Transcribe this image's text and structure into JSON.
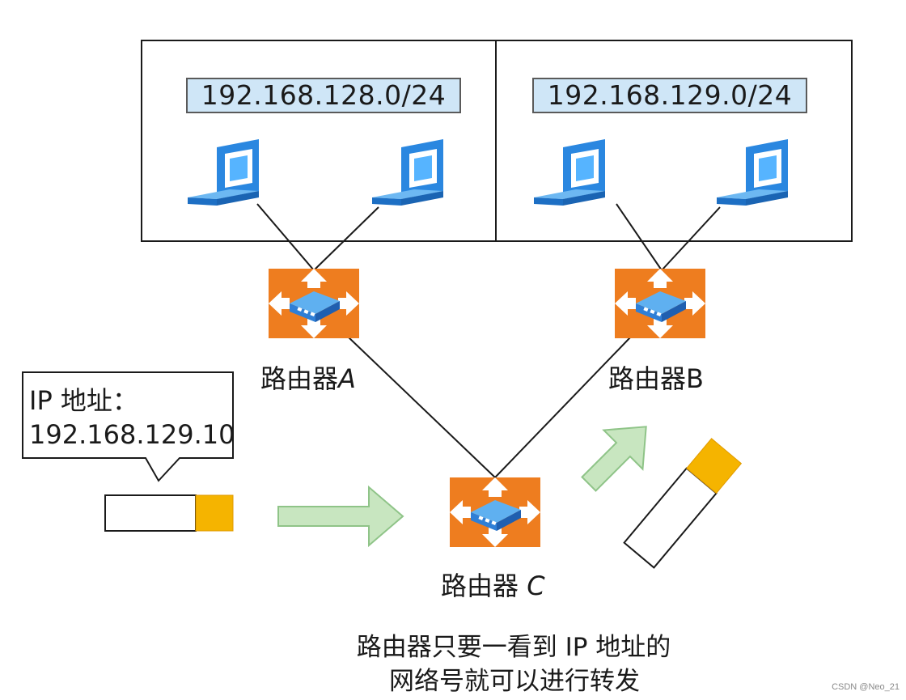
{
  "subnets": [
    {
      "label": "192.168.128.0/24"
    },
    {
      "label": "192.168.129.0/24"
    }
  ],
  "routers": [
    {
      "name_prefix": "路由器",
      "name_suffix": "A"
    },
    {
      "name_prefix": "路由器",
      "name_suffix": "B"
    },
    {
      "name_prefix": "路由器 ",
      "name_suffix": "C"
    }
  ],
  "packet_callout": {
    "line1": "IP 地址：",
    "line2": "192.168.129.10"
  },
  "caption": {
    "line1": "路由器只要一看到 IP 地址的",
    "line2": "网络号就可以进行转发"
  },
  "watermark": "CSDN @Neo_21",
  "colors": {
    "subnet_label_bg": "#cfe6f7",
    "router_orange": "#ee7d1f",
    "router_device_blue": "#2f7fd6",
    "laptop_blue": "#2a87e0",
    "arrow_green": "#c8e6c0",
    "packet_header": "#f5b400"
  }
}
